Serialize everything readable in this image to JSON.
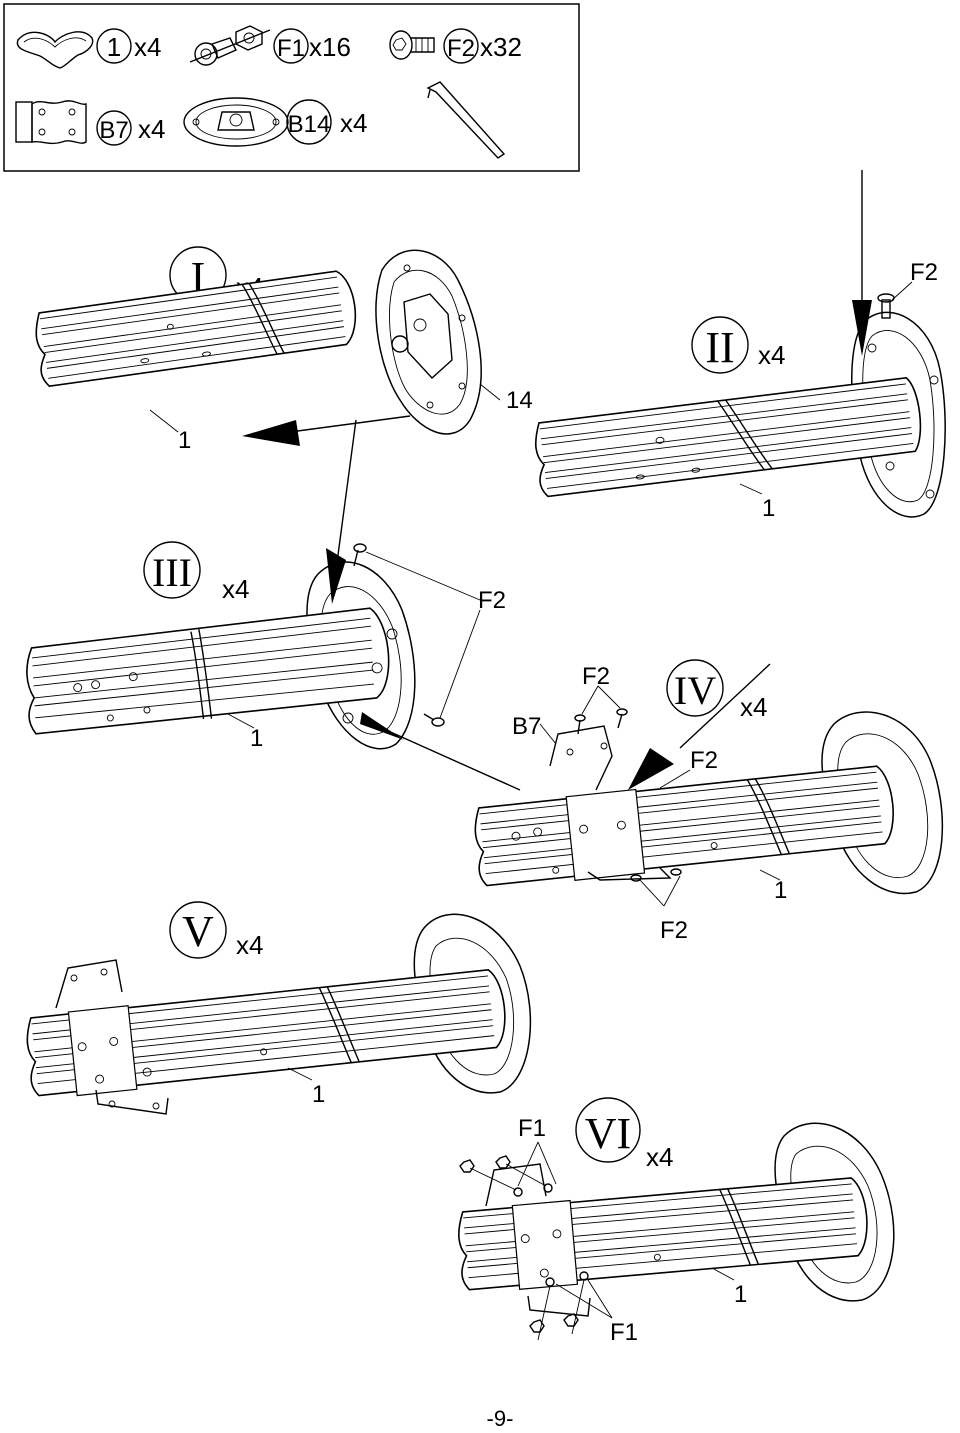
{
  "parts_box": {
    "items": [
      {
        "id": "1",
        "qty": "x4",
        "icon": "connector-icon"
      },
      {
        "id": "F1",
        "qty": "x16",
        "icon": "bolt-nut-icon"
      },
      {
        "id": "F2",
        "qty": "x32",
        "icon": "screw-icon"
      },
      {
        "id": "B7",
        "qty": "x4",
        "icon": "bracket-icon"
      },
      {
        "id": "B14",
        "qty": "x4",
        "icon": "base-plate-icon"
      },
      {
        "id": "",
        "qty": "",
        "icon": "hex-key-icon"
      }
    ]
  },
  "steps": [
    {
      "numeral": "I",
      "qty": "x4",
      "callouts": [
        "1",
        "14"
      ]
    },
    {
      "numeral": "II",
      "qty": "x4",
      "callouts": [
        "F2",
        "1"
      ]
    },
    {
      "numeral": "III",
      "qty": "x4",
      "callouts": [
        "F2",
        "1"
      ]
    },
    {
      "numeral": "IV",
      "qty": "x4",
      "callouts": [
        "F2",
        "B7",
        "F2",
        "F2",
        "1"
      ]
    },
    {
      "numeral": "V",
      "qty": "x4",
      "callouts": [
        "1"
      ]
    },
    {
      "numeral": "VI",
      "qty": "x4",
      "callouts": [
        "F1",
        "F1",
        "1"
      ]
    }
  ],
  "page_number": "-9-"
}
